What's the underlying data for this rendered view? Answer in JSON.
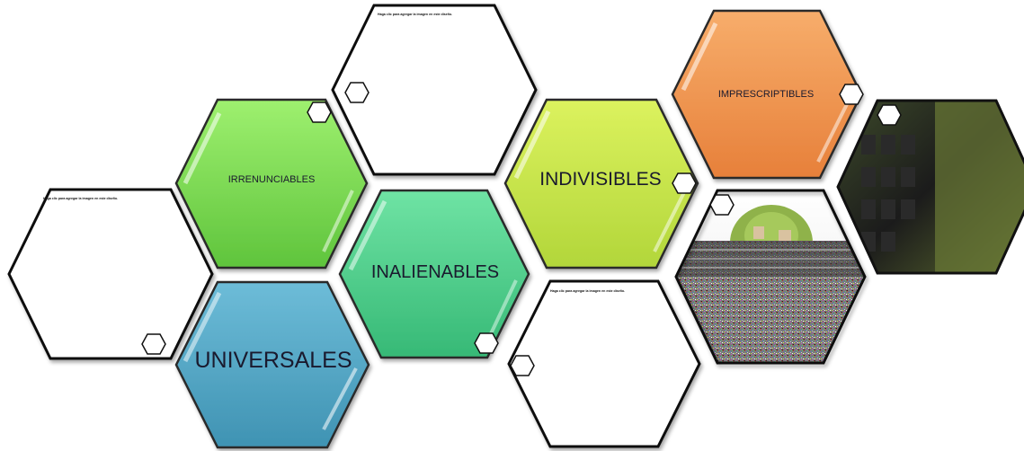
{
  "hexagons": {
    "irrenunciables": {
      "label": "IRRENUNCIABLES",
      "color": "#7ed957"
    },
    "inalienables": {
      "label": "INALIENABLES",
      "color": "#4fd08e"
    },
    "universales": {
      "label": "UNIVERSALES",
      "color": "#4fa7c6"
    },
    "indivisibles": {
      "label": "INDIVISIBLES",
      "color": "#c7e54a"
    },
    "imprescriptibles": {
      "label": "IMPRESCRIPTIBLES",
      "color": "#f0944a"
    }
  },
  "placeholders": {
    "note": "Haga clic para agregar la imagen en este diseño."
  }
}
